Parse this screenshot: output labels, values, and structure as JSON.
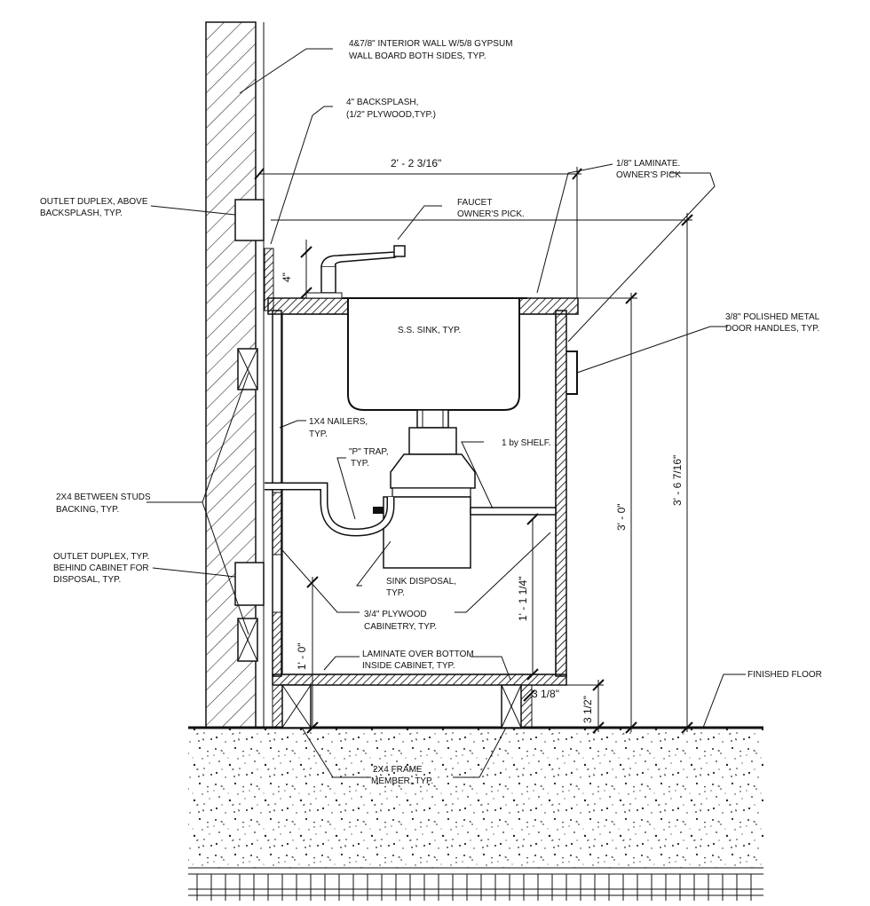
{
  "labels": {
    "wall": [
      "4&7/8\" INTERIOR WALL W/5/8 GYPSUM",
      "WALL BOARD BOTH SIDES, TYP."
    ],
    "backsplash": [
      "4\" BACKSPLASH,",
      "(1/2\" PLYWOOD,TYP.)"
    ],
    "laminate_top": [
      "1/8\" LAMINATE.",
      "OWNER'S PICK"
    ],
    "outlet_above": [
      "OUTLET DUPLEX,  ABOVE",
      "BACKSPLASH, TYP."
    ],
    "faucet": [
      "FAUCET",
      "OWNER'S PICK."
    ],
    "sink": "S.S. SINK, TYP.",
    "door_handles": [
      "3/8\" POLISHED METAL",
      "DOOR HANDLES, TYP."
    ],
    "nailers": [
      "1X4 NAILERS,",
      "TYP."
    ],
    "p_trap": [
      "\"P\" TRAP,",
      "TYP."
    ],
    "shelf": "1 by SHELF.",
    "backing": [
      "2X4 BETWEEN STUDS",
      "BACKING, TYP."
    ],
    "outlet_behind": [
      "OUTLET DUPLEX, TYP.",
      "BEHIND CABINET FOR",
      "DISPOSAL, TYP."
    ],
    "disposal": [
      "SINK DISPOSAL,",
      "TYP."
    ],
    "plywood_cabinetry": [
      "3/4\" PLYWOOD",
      "CABINETRY, TYP."
    ],
    "laminate_bottom": [
      "LAMINATE OVER BOTTOM",
      "INSIDE CABINET, TYP."
    ],
    "finished_floor": "FINISHED FLOOR",
    "frame_member": [
      "2X4 FRAME",
      "MEMBER, TYP."
    ]
  },
  "dimensions": {
    "top_width": "2' - 2 3/16\"",
    "backsplash_height": "4\"",
    "counter_height": "3' - 0\"",
    "total_height": "3' - 6 7/16\"",
    "shelf_height": "1' - 1 1/4\"",
    "outlet_height": "1' - 0\"",
    "toe_kick_depth": "3 1/8\"",
    "toe_kick_height": "3 1/2\""
  }
}
